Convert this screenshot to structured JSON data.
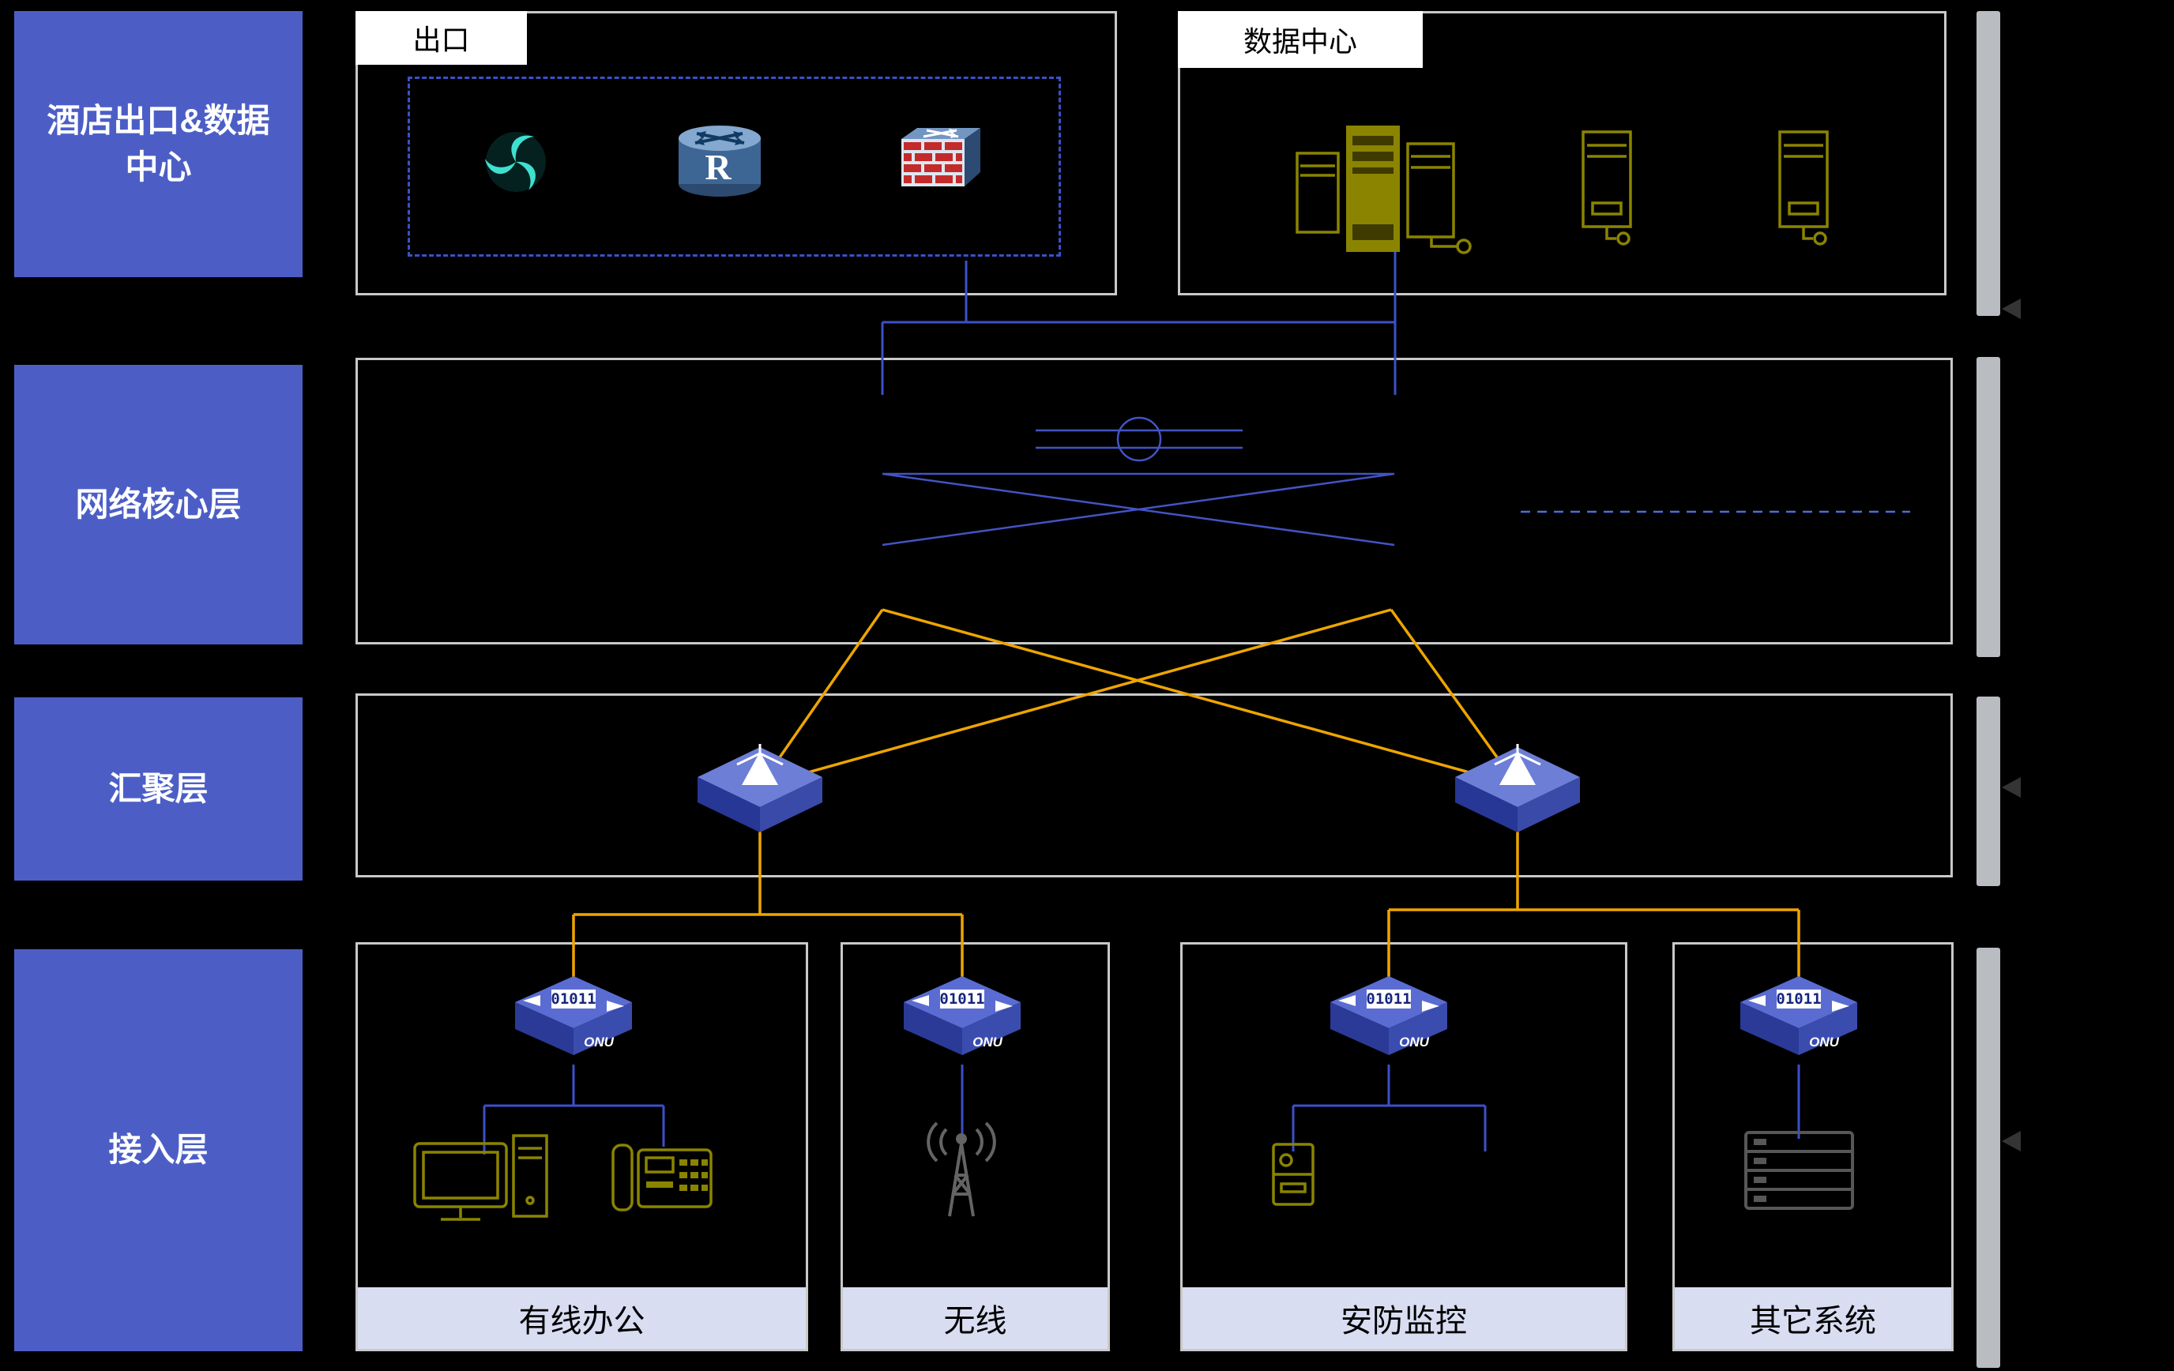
{
  "sidebar": {
    "layers": [
      {
        "label": "酒店出口&数据中心"
      },
      {
        "label": "网络核心层"
      },
      {
        "label": "汇聚层"
      },
      {
        "label": "接入层"
      }
    ]
  },
  "top": {
    "exit": {
      "title": "出口"
    },
    "datacenter": {
      "title": "数据中心"
    }
  },
  "devices": {
    "router_letter": "R",
    "onu": {
      "display": "01011",
      "label": "ONU"
    }
  },
  "access": {
    "zones": [
      {
        "label": "有线办公"
      },
      {
        "label": "无线"
      },
      {
        "label": "安防监控"
      },
      {
        "label": "其它系统"
      }
    ]
  },
  "colors": {
    "layer-bg": "#4c5ec6",
    "box-border": "#c9c9c9",
    "link-blue": "#3c50c8",
    "link-orange": "#eea500",
    "dashed-blue": "#4a6fd8",
    "olive": "#8a8400",
    "zone-strip": "#d9ddf1",
    "cyan": "#3fe0d0"
  }
}
